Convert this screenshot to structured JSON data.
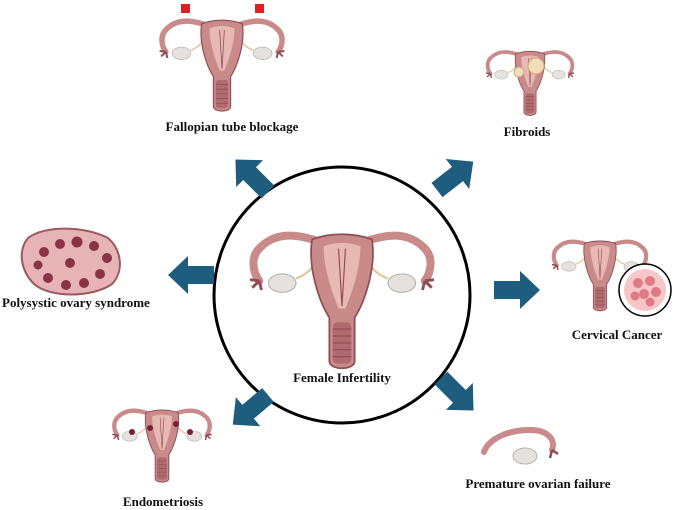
{
  "center": {
    "label": "Female Infertility"
  },
  "causes": [
    {
      "id": "fallopian",
      "label": "Fallopian tube blockage"
    },
    {
      "id": "fibroids",
      "label": "Fibroids"
    },
    {
      "id": "pcos",
      "label": "Polysystic ovary syndrome"
    },
    {
      "id": "cervical",
      "label": "Cervical Cancer"
    },
    {
      "id": "endometriosis",
      "label": "Endometriosis"
    },
    {
      "id": "ovarian",
      "label": "Premature ovarian failure"
    }
  ],
  "colors": {
    "arrow": "#1f5d7e",
    "uterus": "#c98a8a",
    "uterus_dark": "#8e4d52",
    "uterus_light": "#e8b8b4",
    "ovary": "#e4e1de",
    "ring": "#000000",
    "blockage": "#e02020",
    "fibroid": "#f2ddb8",
    "cancer": "#e89a9a"
  }
}
